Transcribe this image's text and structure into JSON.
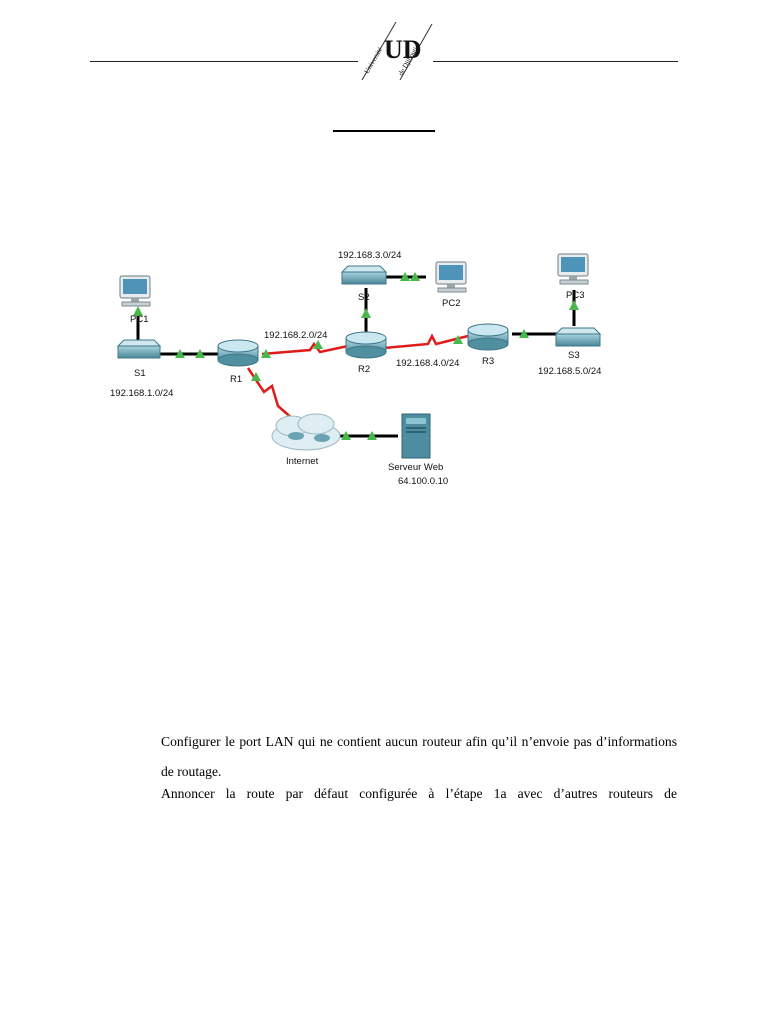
{
  "header": {
    "logo_letters": "UD",
    "logo_text_left": "Université",
    "logo_text_right": "de Djibouti"
  },
  "diagram": {
    "devices": {
      "pc1": "PC1",
      "pc2": "PC2",
      "pc3": "PC3",
      "s1": "S1",
      "s2": "S2",
      "s3": "S3",
      "r1": "R1",
      "r2": "R2",
      "r3": "R3",
      "internet": "Internet",
      "server": "Serveur Web",
      "server_ip": "64.100.0.10"
    },
    "networks": {
      "lan1": "192.168.1.0/24",
      "lan3": "192.168.3.0/24",
      "lan5": "192.168.5.0/24",
      "wan2": "192.168.2.0/24",
      "wan4": "192.168.4.0/24"
    },
    "colors": {
      "ethernet_link": "#000000",
      "serial_link": "#e01b1b",
      "link_status": "#49b84a",
      "device_teal": "#5f9fb0"
    }
  },
  "body": {
    "paragraph1": "Configurer le port LAN qui ne contient aucun routeur afin qu’il n’envoie pas d’informations de routage.",
    "paragraph2": "Annoncer la route par défaut configurée à l’étape 1a avec d’autres routeurs de"
  }
}
